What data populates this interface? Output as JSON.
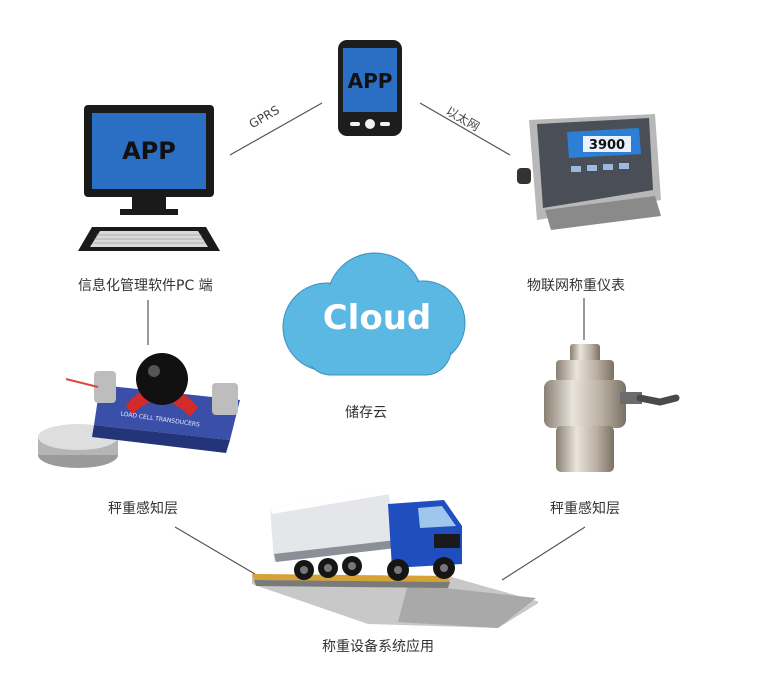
{
  "nodes": {
    "phone_app": "APP",
    "pc_app": "APP",
    "pc_label": "信息化管理软件PC 端",
    "indicator_label": "物联网称重仪表",
    "indicator_display": "3900",
    "cloud_text": "Cloud",
    "cloud_label": "储存云",
    "sensor_left_label": "秤重感知层",
    "sensor_left_print": "LOAD CELL TRANSDUCERS",
    "sensor_right_label": "秤重感知层",
    "truck_label": "称重设备系统应用"
  },
  "connections": {
    "gprs": "GPRS",
    "ethernet": "以太网"
  },
  "colors": {
    "screen_blue": "#2a6fc4",
    "cloud_blue": "#5ab8e3",
    "device_dark": "#1e1e1e"
  }
}
